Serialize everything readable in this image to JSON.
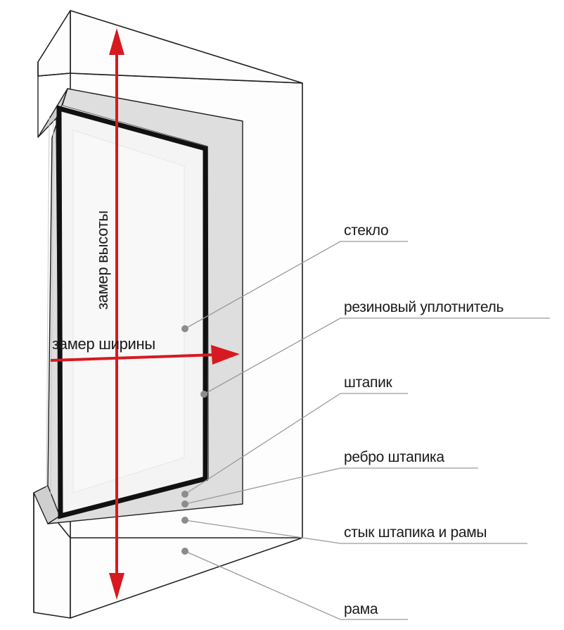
{
  "measurements": {
    "height_label": "замер высоты",
    "width_label": "замер ширины"
  },
  "callouts": {
    "glass": "стекло",
    "rubber_seal": "резиновый уплотнитель",
    "glazing_bead": "штапик",
    "bead_edge": "ребро штапика",
    "bead_frame_joint": "стык штапика и рамы",
    "frame": "рама"
  },
  "colors": {
    "arrow": "#d71920",
    "leader": "#9a9a9a",
    "outline": "#1f1f1f",
    "seal": "#111111",
    "bead_fill": "#dedede",
    "glass_fill": "#f4f4f4"
  }
}
